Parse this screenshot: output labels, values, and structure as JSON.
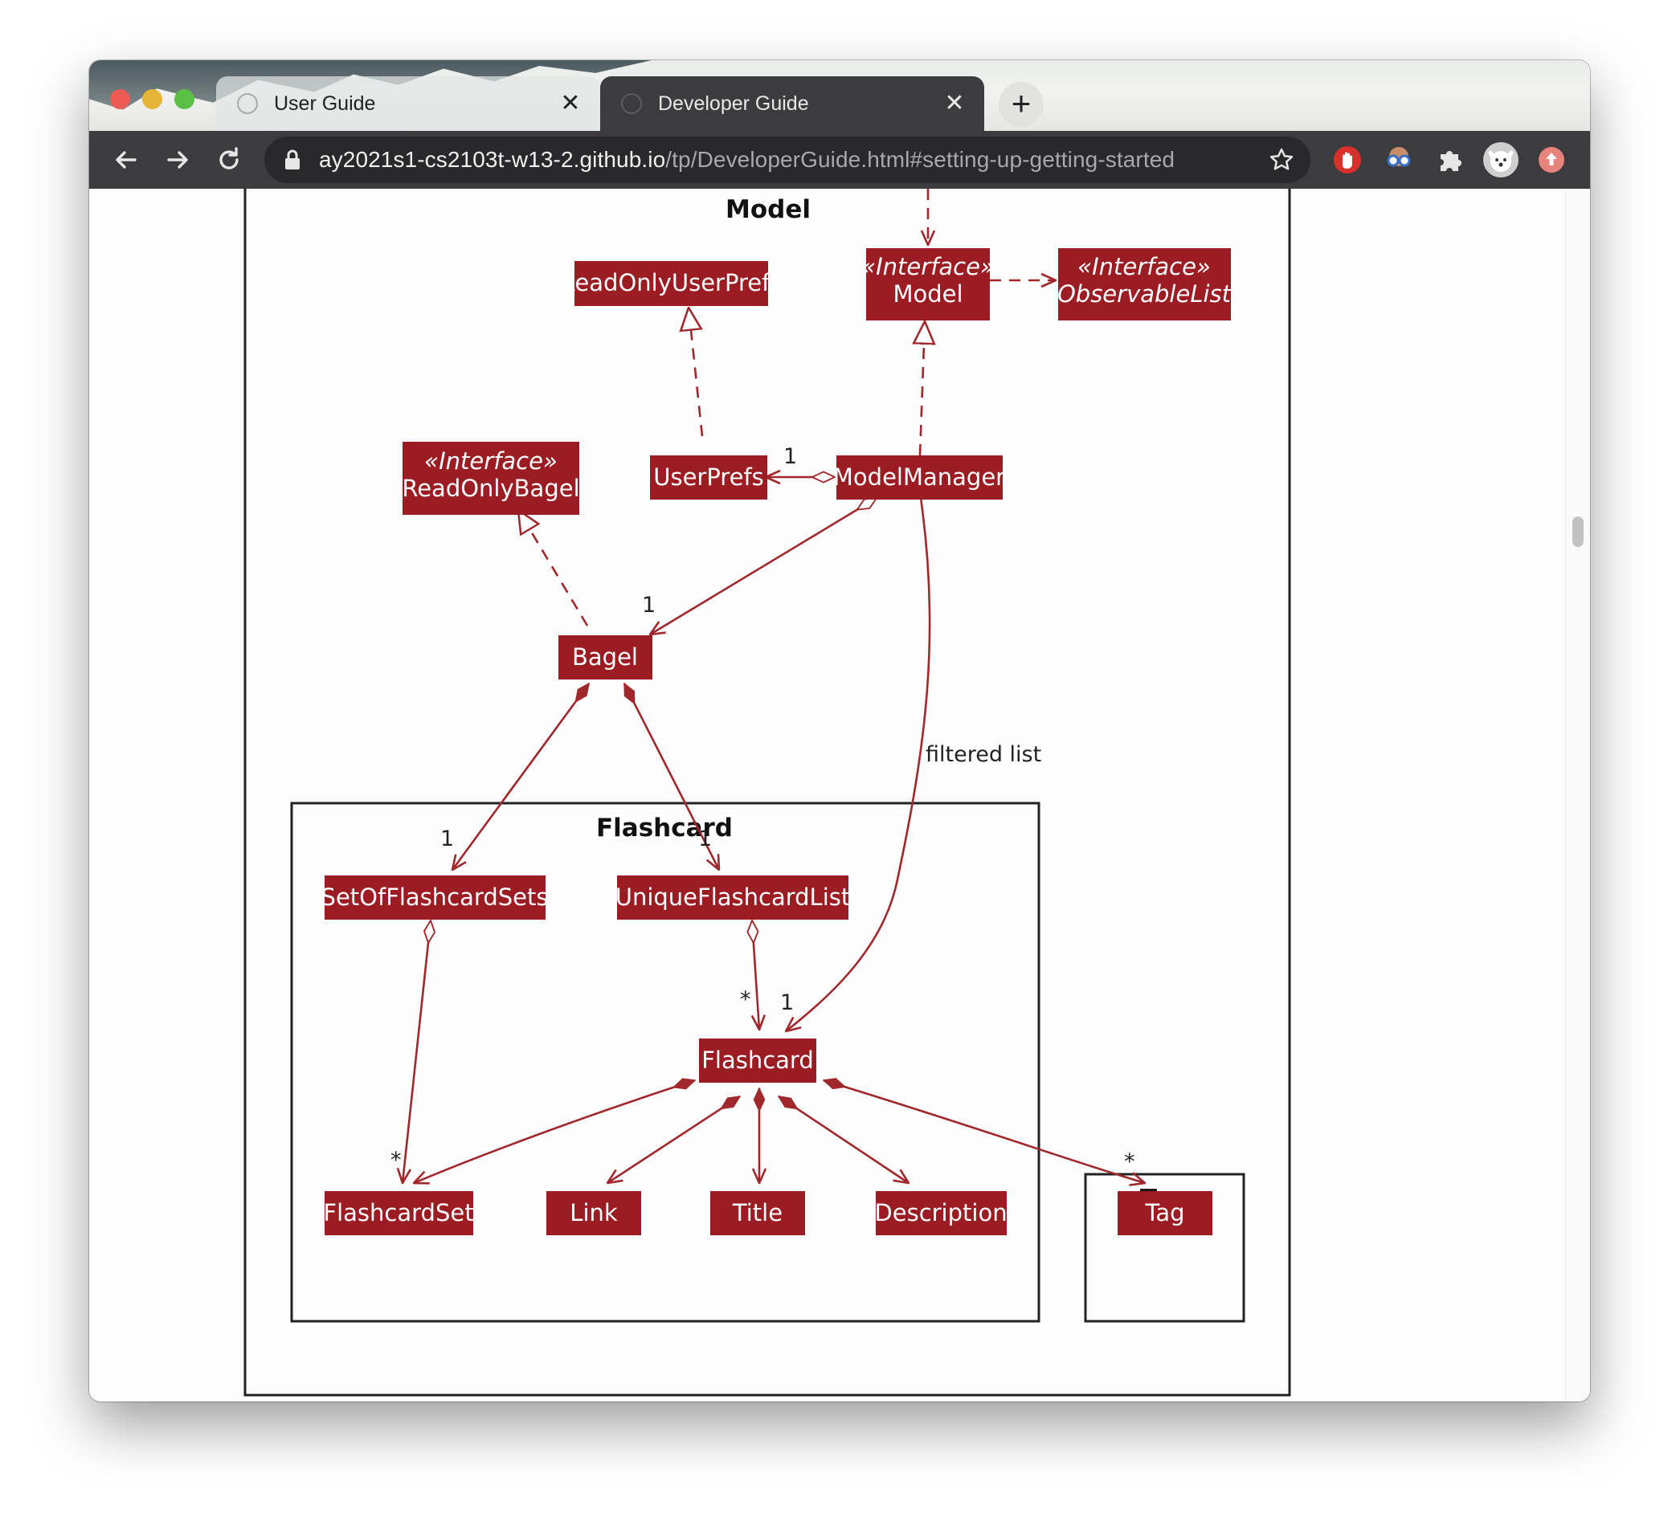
{
  "browser": {
    "tabs": [
      {
        "title": "User Guide",
        "active": false
      },
      {
        "title": "Developer Guide",
        "active": true
      }
    ],
    "new_tab_label": "+",
    "url_host": "ay2021s1-cs2103t-w13-2.github.io",
    "url_path": "/tp/DeveloperGuide.html#setting-up-getting-started",
    "icons": {
      "back": "arrow-left-icon",
      "forward": "arrow-right-icon",
      "reload": "reload-icon",
      "lock": "lock-icon",
      "bookmark": "star-icon",
      "extensions": [
        "adblock-hand-icon",
        "goggles-extension-icon",
        "puzzle-extensions-icon",
        "profile-avatar",
        "update-arrow-icon"
      ]
    }
  },
  "diagram": {
    "colors": {
      "class_fill": "#9b1c22",
      "class_text": "#ffffff",
      "line": "#a0282c",
      "package_border": "#222222"
    },
    "packages": {
      "model": "Model",
      "flashcard": "Flashcard",
      "tag": "Tag"
    },
    "stereotype": "«Interface»",
    "classes": {
      "read_only_user_prefs": "ReadOnlyUserPrefs",
      "model": "Model",
      "observable_list": "ObservableList",
      "read_only_bagel": "ReadOnlyBagel",
      "user_prefs": "UserPrefs",
      "model_manager": "ModelManager",
      "bagel": "Bagel",
      "set_of_flashcard_sets": "SetOfFlashcardSets",
      "unique_flashcard_list": "UniqueFlashcardList",
      "flashcard": "Flashcard",
      "flashcard_set": "FlashcardSet",
      "link": "Link",
      "title": "Title",
      "description": "Description",
      "tag": "Tag"
    },
    "labels": {
      "filtered_list": "filtered list"
    },
    "multiplicities": {
      "userprefs": "1",
      "bagel": "1",
      "set_of_flashcard_sets": "1",
      "unique_flashcard_list": "1",
      "flashcard_from_list": "*",
      "flashcard_from_manager": "1",
      "flashcard_set": "*",
      "tag": "*"
    }
  }
}
